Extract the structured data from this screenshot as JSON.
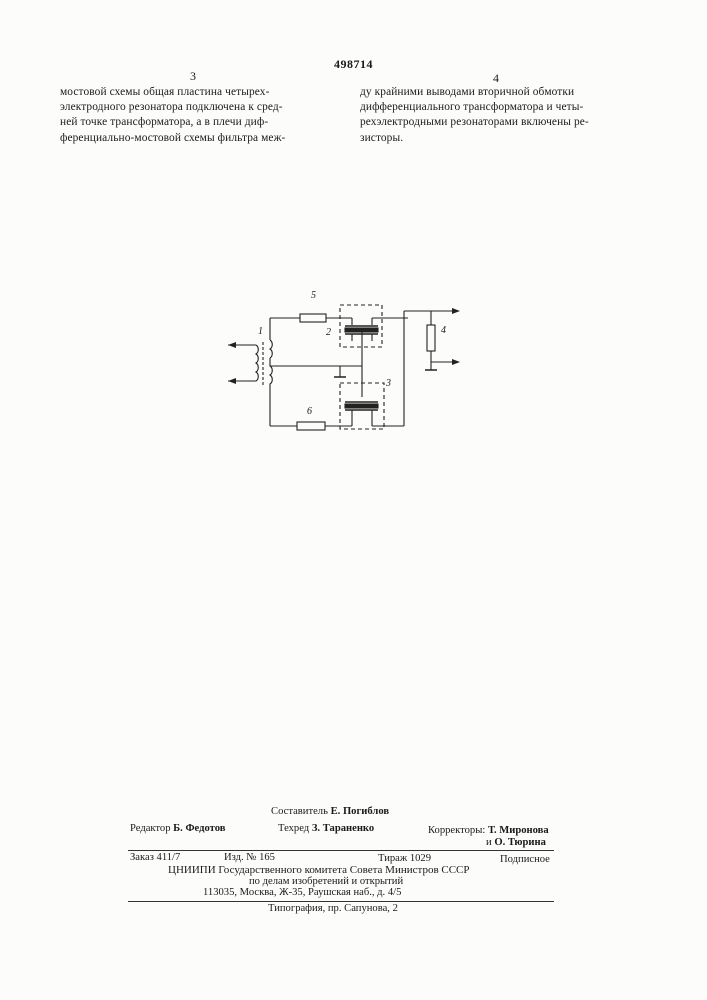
{
  "header": {
    "patent_number": "498714",
    "col_left_number": "3",
    "col_right_number": "4"
  },
  "text": {
    "left_lines": [
      "мостовой схемы общая пластина четырех-",
      "электродного резонатора подключена к сред-",
      "ней точке трансформатора, а в плечи диф-",
      "ференциально-мостовой схемы фильтра меж-"
    ],
    "right_lines": [
      "ду крайними выводами вторичной обмотки",
      "дифференциального трансформатора и четы-",
      "рехэлектродными резонаторами включены ре-",
      "зисторы."
    ]
  },
  "figure": {
    "labels": {
      "transformer": "1",
      "resonator_top": "2",
      "resonator_bottom": "3",
      "load_resistor": "4",
      "resistor_top": "5",
      "resistor_bottom": "6"
    }
  },
  "imprint": {
    "compiler_label": "Составитель",
    "compiler_name": "Е. Погиблов",
    "editor_label": "Редактор",
    "editor_name": "Б. Федотов",
    "techred_label": "Техред",
    "techred_name": "З. Тараненко",
    "correctors_label": "Корректоры:",
    "corrector_1": "Т. Миронова",
    "corrector_2_prefix": "и",
    "corrector_2": "О. Тюрина",
    "order": "Заказ 411/7",
    "edition": "Изд. № 165",
    "circulation": "Тираж 1029",
    "subscription": "Подписное",
    "org_line_1": "ЦНИИПИ Государственного комитета Совета Министров СССР",
    "org_line_2": "по делам изобретений и открытий",
    "org_line_3": "113035, Москва, Ж-35, Раушская наб., д. 4/5",
    "printing": "Типография, пр. Сапунова, 2"
  }
}
